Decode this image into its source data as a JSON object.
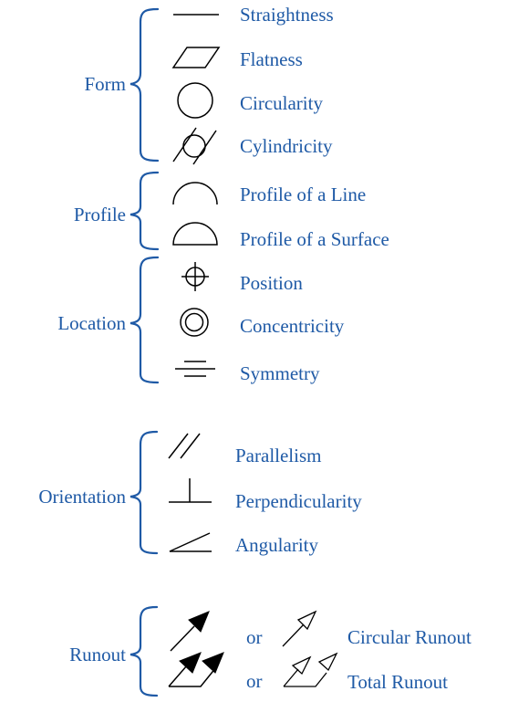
{
  "colors": {
    "text": "#1f5aa6",
    "symbol": "#000000",
    "bracket": "#1f5aa6"
  },
  "groups": {
    "form": {
      "label": "Form"
    },
    "profile": {
      "label": "Profile"
    },
    "location": {
      "label": "Location"
    },
    "orientation": {
      "label": "Orientation"
    },
    "runout": {
      "label": "Runout"
    }
  },
  "items": {
    "straightness": {
      "label": "Straightness",
      "icon": "straightness-icon"
    },
    "flatness": {
      "label": "Flatness",
      "icon": "flatness-icon"
    },
    "circularity": {
      "label": "Circularity",
      "icon": "circularity-icon"
    },
    "cylindricity": {
      "label": "Cylindricity",
      "icon": "cylindricity-icon"
    },
    "profile_line": {
      "label": "Profile of a Line",
      "icon": "profile-line-icon"
    },
    "profile_surface": {
      "label": "Profile of a Surface",
      "icon": "profile-surface-icon"
    },
    "position": {
      "label": "Position",
      "icon": "position-icon"
    },
    "concentricity": {
      "label": "Concentricity",
      "icon": "concentricity-icon"
    },
    "symmetry": {
      "label": "Symmetry",
      "icon": "symmetry-icon"
    },
    "parallelism": {
      "label": "Parallelism",
      "icon": "parallelism-icon"
    },
    "perpendicularity": {
      "label": "Perpendicularity",
      "icon": "perpendicularity-icon"
    },
    "angularity": {
      "label": "Angularity",
      "icon": "angularity-icon"
    },
    "circular_runout": {
      "label": "Circular Runout",
      "or": "or",
      "icon": "circular-runout-icon"
    },
    "total_runout": {
      "label": "Total Runout",
      "or": "or",
      "icon": "total-runout-icon"
    }
  }
}
